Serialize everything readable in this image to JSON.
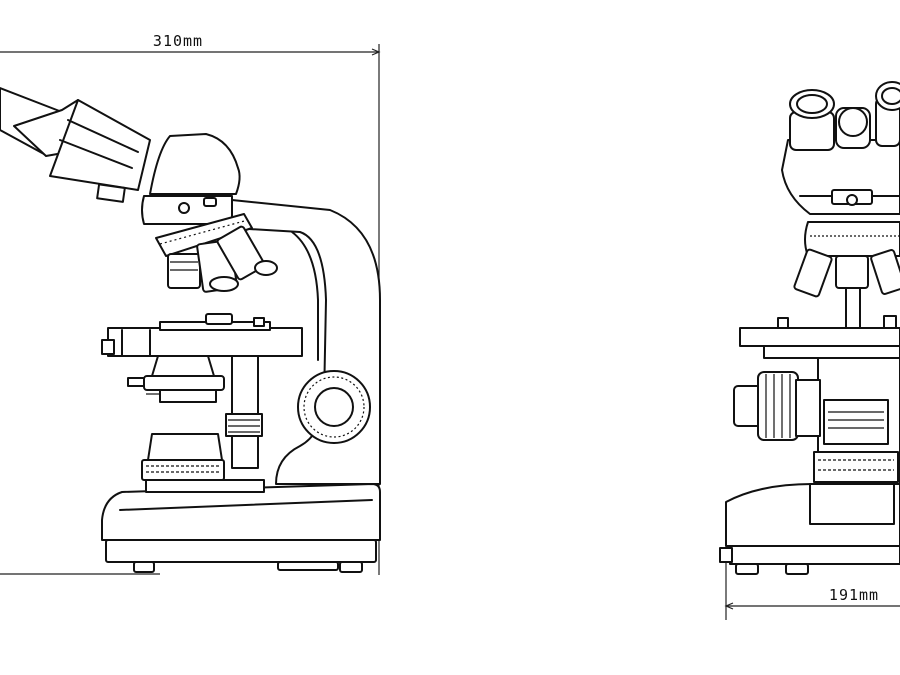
{
  "dimensions": {
    "width_label": "310mm",
    "depth_label": "191mm"
  },
  "views": {
    "side": {
      "icon": "microscope-side-view"
    },
    "front": {
      "icon": "microscope-front-view"
    }
  }
}
